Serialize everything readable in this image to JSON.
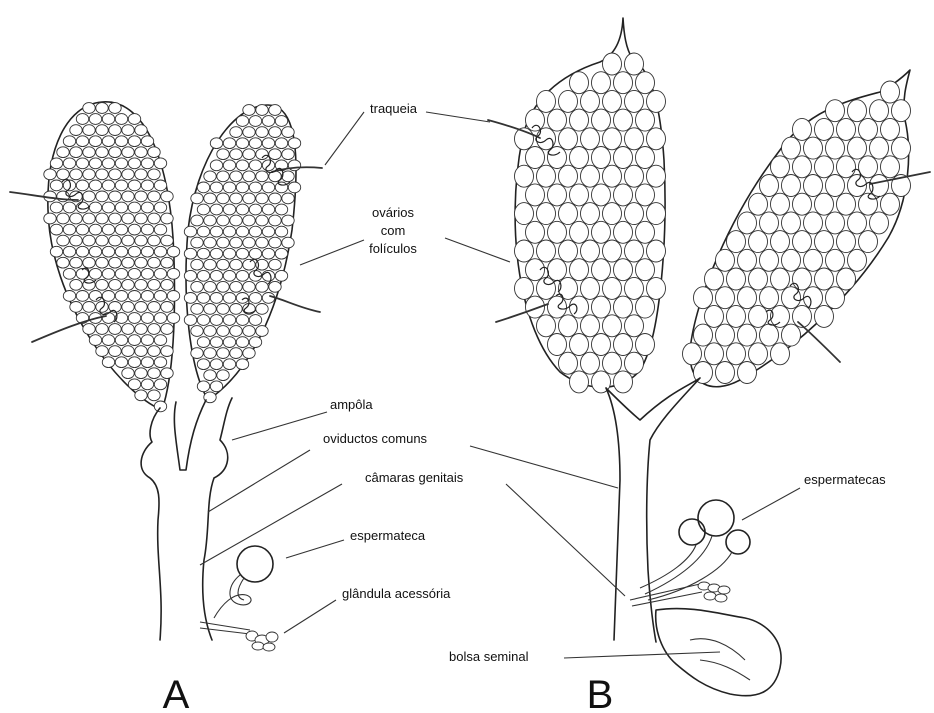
{
  "panels": {
    "a": {
      "letter": "A"
    },
    "b": {
      "letter": "B"
    }
  },
  "labels": {
    "traqueia": "traqueia",
    "ovarios_line1": "ovários",
    "ovarios_line2": "com",
    "ovarios_line3": "folículos",
    "ampola": "ampôla",
    "oviductos": "oviductos comuns",
    "camaras": "câmaras genitais",
    "espermateca": "espermateca",
    "glandula": "glândula acessória",
    "espermatecas": "espermatecas",
    "bolsa": "bolsa seminal"
  }
}
